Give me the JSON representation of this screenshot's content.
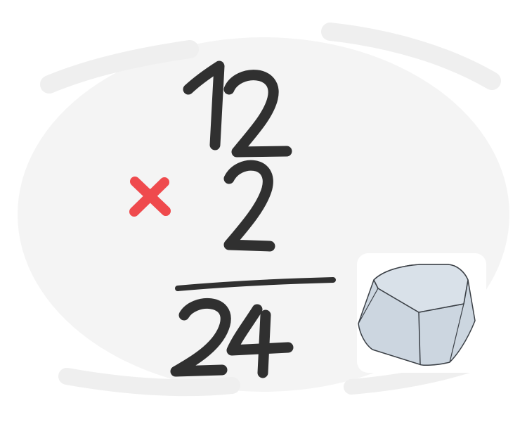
{
  "multiplication": {
    "multiplicand": "12",
    "multiplier": "2",
    "operator": "×",
    "product": "24"
  },
  "colors": {
    "background_blob": "#f4f4f4",
    "ink": "#303030",
    "operator": "#ef4a4d",
    "key_fill": "#ccd6e0",
    "key_top": "#d9e1e9",
    "key_outline": "#3a3f45"
  },
  "icons": {
    "operator_icon": "multiply-x-icon",
    "key_icon": "keyboard-key-icon"
  }
}
